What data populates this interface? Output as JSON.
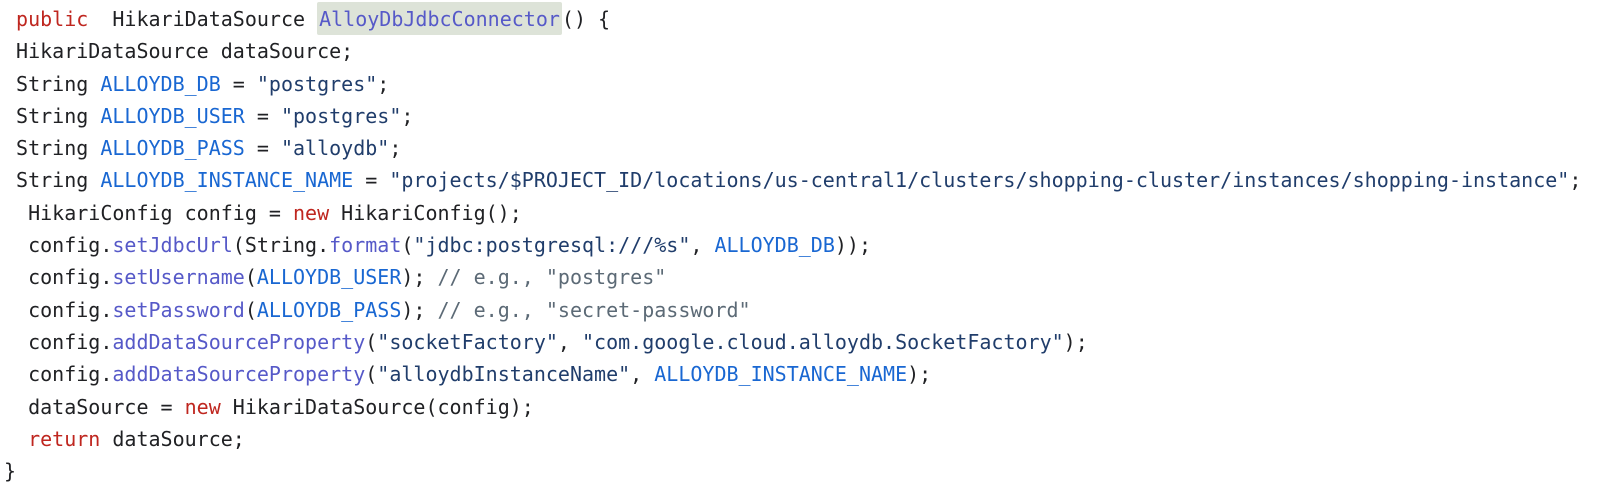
{
  "colors": {
    "pln": "#202124",
    "kwd": "#bf261f",
    "fun": "#5659c8",
    "var": "#1967d2",
    "str": "#203d6b",
    "com": "#5c6a76",
    "hl-bg": "#dde3d8",
    "page-bg": "#ffffff"
  },
  "code": {
    "highlighted_token": "AlloyDbJdbcConnector",
    "lines": [
      [
        {
          "c": "pln",
          "t": " "
        },
        {
          "c": "kwd",
          "t": "public"
        },
        {
          "c": "pln",
          "t": "  HikariDataSource "
        },
        {
          "c": "fun",
          "t": "AlloyDbJdbcConnector",
          "hl": true
        },
        {
          "c": "pln",
          "t": "() {"
        }
      ],
      [
        {
          "c": "pln",
          "t": " HikariDataSource dataSource;"
        }
      ],
      [
        {
          "c": "pln",
          "t": " String "
        },
        {
          "c": "var",
          "t": "ALLOYDB_DB"
        },
        {
          "c": "pln",
          "t": " = "
        },
        {
          "c": "str",
          "t": "\"postgres\""
        },
        {
          "c": "pln",
          "t": ";"
        }
      ],
      [
        {
          "c": "pln",
          "t": " String "
        },
        {
          "c": "var",
          "t": "ALLOYDB_USER"
        },
        {
          "c": "pln",
          "t": " = "
        },
        {
          "c": "str",
          "t": "\"postgres\""
        },
        {
          "c": "pln",
          "t": ";"
        }
      ],
      [
        {
          "c": "pln",
          "t": " String "
        },
        {
          "c": "var",
          "t": "ALLOYDB_PASS"
        },
        {
          "c": "pln",
          "t": " = "
        },
        {
          "c": "str",
          "t": "\"alloydb\""
        },
        {
          "c": "pln",
          "t": ";"
        }
      ],
      [
        {
          "c": "pln",
          "t": " String "
        },
        {
          "c": "var",
          "t": "ALLOYDB_INSTANCE_NAME"
        },
        {
          "c": "pln",
          "t": " = "
        },
        {
          "c": "str",
          "t": "\"projects/$PROJECT_ID/locations/us-central1/clusters/shopping-cluster/instances/shopping-instance\""
        },
        {
          "c": "pln",
          "t": ";"
        }
      ],
      [
        {
          "c": "pln",
          "t": "  HikariConfig config = "
        },
        {
          "c": "kwd",
          "t": "new"
        },
        {
          "c": "pln",
          "t": " HikariConfig();"
        }
      ],
      [
        {
          "c": "pln",
          "t": "  config."
        },
        {
          "c": "fun",
          "t": "setJdbcUrl"
        },
        {
          "c": "pln",
          "t": "(String."
        },
        {
          "c": "fun",
          "t": "format"
        },
        {
          "c": "pln",
          "t": "("
        },
        {
          "c": "str",
          "t": "\"jdbc:postgresql:///%s\""
        },
        {
          "c": "pln",
          "t": ", "
        },
        {
          "c": "var",
          "t": "ALLOYDB_DB"
        },
        {
          "c": "pln",
          "t": "));"
        }
      ],
      [
        {
          "c": "pln",
          "t": "  config."
        },
        {
          "c": "fun",
          "t": "setUsername"
        },
        {
          "c": "pln",
          "t": "("
        },
        {
          "c": "var",
          "t": "ALLOYDB_USER"
        },
        {
          "c": "pln",
          "t": "); "
        },
        {
          "c": "com",
          "t": "// e.g., \"postgres\""
        }
      ],
      [
        {
          "c": "pln",
          "t": "  config."
        },
        {
          "c": "fun",
          "t": "setPassword"
        },
        {
          "c": "pln",
          "t": "("
        },
        {
          "c": "var",
          "t": "ALLOYDB_PASS"
        },
        {
          "c": "pln",
          "t": "); "
        },
        {
          "c": "com",
          "t": "// e.g., \"secret-password\""
        }
      ],
      [
        {
          "c": "pln",
          "t": "  config."
        },
        {
          "c": "fun",
          "t": "addDataSourceProperty"
        },
        {
          "c": "pln",
          "t": "("
        },
        {
          "c": "str",
          "t": "\"socketFactory\""
        },
        {
          "c": "pln",
          "t": ", "
        },
        {
          "c": "str",
          "t": "\"com.google.cloud.alloydb.SocketFactory\""
        },
        {
          "c": "pln",
          "t": ");"
        }
      ],
      [
        {
          "c": "pln",
          "t": "  config."
        },
        {
          "c": "fun",
          "t": "addDataSourceProperty"
        },
        {
          "c": "pln",
          "t": "("
        },
        {
          "c": "str",
          "t": "\"alloydbInstanceName\""
        },
        {
          "c": "pln",
          "t": ", "
        },
        {
          "c": "var",
          "t": "ALLOYDB_INSTANCE_NAME"
        },
        {
          "c": "pln",
          "t": ");"
        }
      ],
      [
        {
          "c": "pln",
          "t": "  dataSource = "
        },
        {
          "c": "kwd",
          "t": "new"
        },
        {
          "c": "pln",
          "t": " HikariDataSource(config);"
        }
      ],
      [
        {
          "c": "pln",
          "t": "  "
        },
        {
          "c": "kwd",
          "t": "return"
        },
        {
          "c": "pln",
          "t": " dataSource;"
        }
      ],
      [
        {
          "c": "pln",
          "t": "}"
        }
      ]
    ]
  }
}
